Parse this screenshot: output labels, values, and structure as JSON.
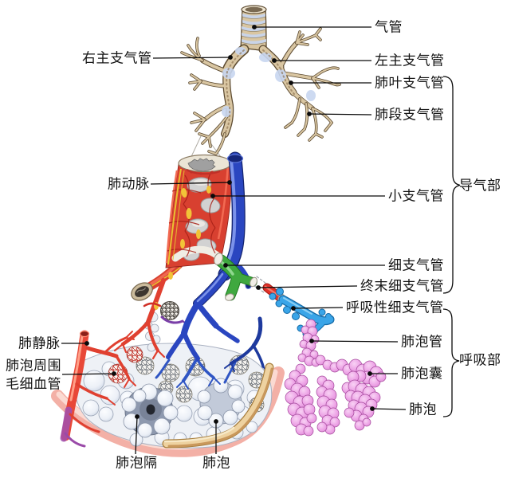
{
  "figure": {
    "kind": "respiratory-system-anatomy-diagram",
    "language": "zh-CN"
  },
  "labels": {
    "trachea": "气管",
    "right_main_bronchus": "右主支气管",
    "left_main_bronchus": "左主支气管",
    "lobar_bronchus": "肺叶支气管",
    "segmental_bronchus": "肺段支气管",
    "pulmonary_artery": "肺动脉",
    "small_bronchus": "小支气管",
    "bronchiole": "细支气管",
    "terminal_bronchiole": "终末细支气管",
    "respiratory_bronchiole": "呼吸性细支气管",
    "pulmonary_vein": "肺静脉",
    "peri_alveolar_capillaries_line1": "肺泡周围",
    "peri_alveolar_capillaries_line2": "毛细血管",
    "alveolar_duct": "肺泡管",
    "alveolar_sac": "肺泡囊",
    "alveolus_right": "肺泡",
    "alveolar_septum": "肺泡隔",
    "alveolus_bottom": "肺泡"
  },
  "groups": {
    "conducting_portion": "导气部",
    "respiratory_portion": "呼吸部"
  },
  "colors": {
    "background": "#ffffff",
    "label_text": "#141414",
    "leader_line": "#0a0a0a",
    "trachea_cartilage_tan": "#d9c6a2",
    "cartilage_gap_blue": "#c8d6f0",
    "branch_outline_brown": "#5c4a30",
    "pulmonary_artery_blue": "#2a46c0",
    "artery_red": "#e04030",
    "bronchiole_green": "#3fa83f",
    "terminal_bronchiole_red": "#e23028",
    "respiratory_bronchiole_lightblue": "#3aa5e8",
    "alveoli_pink": "#eda4e6",
    "alveoli_white": "#edf1f7",
    "septum_grey": "#8e99af",
    "pleura_pink": "#f3b0a6",
    "plank_tan": "#eed2a0",
    "nerve_yellow": "#e9c231"
  }
}
